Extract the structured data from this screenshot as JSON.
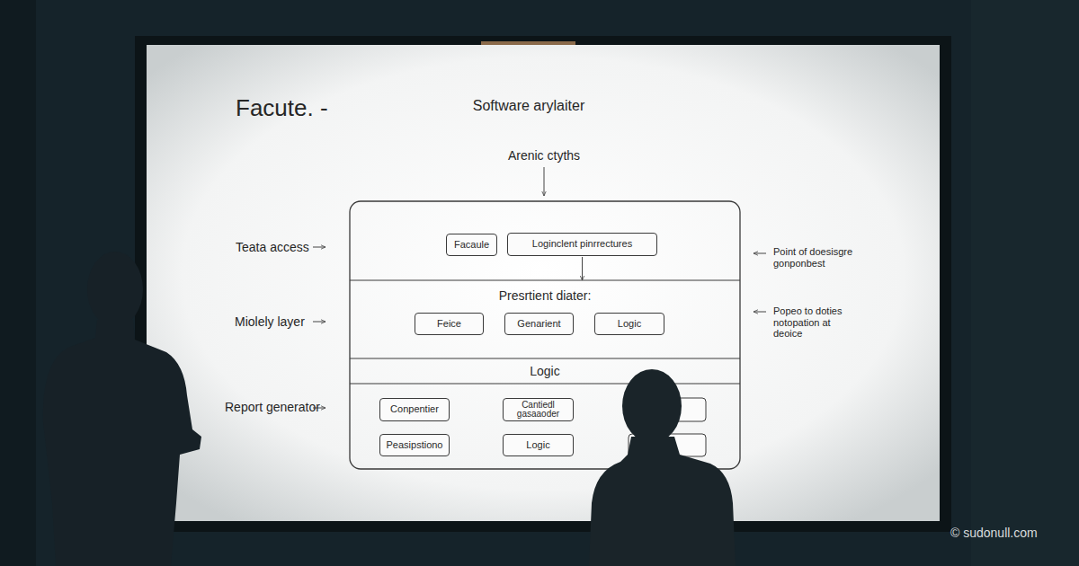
{
  "diagram": {
    "title": "Software arylaiter",
    "nodes": [
      {
        "text": [
          "Facaule"
        ]
      },
      {
        "text": [
          "Loginclent pinrrectures"
        ]
      },
      {
        "text": [
          "Presrtient diater:"
        ]
      },
      {
        "text": [
          "Feice"
        ],
        "in": 2
      },
      {
        "text": [
          "Genarient"
        ],
        "in": 2
      },
      {
        "text": [
          "Logic"
        ],
        "in": 2
      },
      {
        "text": [
          "Logic"
        ]
      },
      {
        "text": [
          "Conpentier"
        ]
      },
      {
        "text": [
          "Cantiedl gasaaoder"
        ]
      },
      {
        "text": [
          "Peasipstiono"
        ]
      },
      {
        "text": [
          "Logic"
        ]
      }
    ],
    "edges": [
      {
        "from": 1,
        "to": 2,
        "arrow": "to"
      }
    ],
    "labels": [
      "Facute. -",
      "Arenic ctyths",
      "Teata access",
      "Miolely layer",
      "Report generator",
      "Point of doesisgre gonponbest",
      "Popeo to doties notopation at deoice",
      "© sudonull.com"
    ]
  }
}
